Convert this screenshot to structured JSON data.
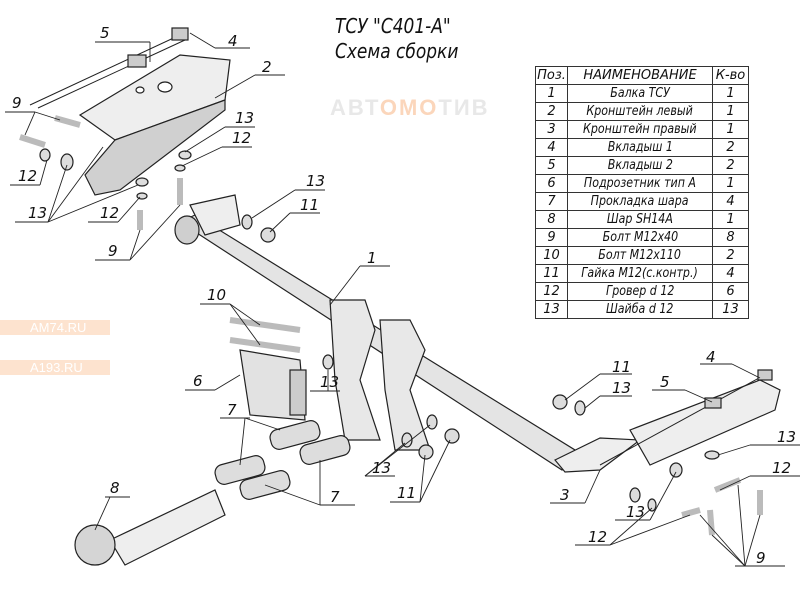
{
  "title": {
    "line1": "ТСУ \"С401-А\"",
    "line2": "Схема сборки"
  },
  "table": {
    "headers": {
      "pos": "Поз.",
      "name": "НАИМЕНОВАНИЕ",
      "qty": "К-во"
    },
    "rows": [
      {
        "pos": "1",
        "name": "Балка ТСУ",
        "qty": "1"
      },
      {
        "pos": "2",
        "name": "Кронштейн левый",
        "qty": "1"
      },
      {
        "pos": "3",
        "name": "Кронштейн правый",
        "qty": "1"
      },
      {
        "pos": "4",
        "name": "Вкладыш 1",
        "qty": "2"
      },
      {
        "pos": "5",
        "name": "Вкладыш 2",
        "qty": "2"
      },
      {
        "pos": "6",
        "name": "Подрозетник тип А",
        "qty": "1"
      },
      {
        "pos": "7",
        "name": "Прокладка шара",
        "qty": "4"
      },
      {
        "pos": "8",
        "name": "Шар SH14A",
        "qty": "1"
      },
      {
        "pos": "9",
        "name": "Болт М12x40",
        "qty": "8"
      },
      {
        "pos": "10",
        "name": "Болт М12x110",
        "qty": "2"
      },
      {
        "pos": "11",
        "name": "Гайка М12(с.контр.)",
        "qty": "4"
      },
      {
        "pos": "12",
        "name": "Гровер d 12",
        "qty": "6"
      },
      {
        "pos": "13",
        "name": "Шайба d 12",
        "qty": "13"
      }
    ]
  },
  "callouts": [
    "5",
    "4",
    "2",
    "9",
    "13",
    "12",
    "12",
    "13",
    "12",
    "9",
    "13",
    "11",
    "1",
    "10",
    "6",
    "13",
    "7",
    "7",
    "8",
    "13",
    "11",
    "11",
    "13",
    "4",
    "5",
    "3",
    "13",
    "12",
    "13",
    "12",
    "9"
  ],
  "watermark": {
    "logo_left": "АВТ",
    "logo_mid": "ОМО",
    "logo_right": "ТИВ",
    "site1": "AM74.RU",
    "site2": "A193.RU"
  },
  "colors": {
    "part_fill": "#d9d9d9",
    "line": "#222222",
    "watermark_band": "#fde3cf",
    "watermark_logo": "#e8e8e8"
  }
}
